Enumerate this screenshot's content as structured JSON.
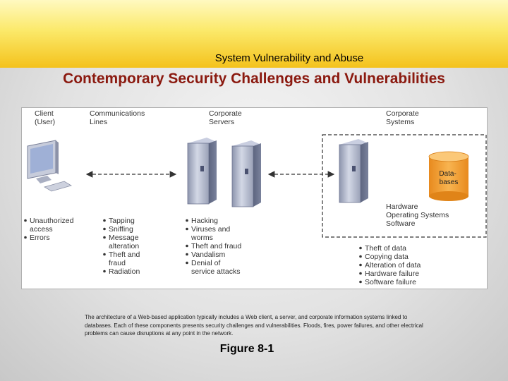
{
  "header": {
    "section_title": "System Vulnerability and Abuse",
    "slide_title": "Contemporary Security Challenges and Vulnerabilities"
  },
  "diagram": {
    "columns": {
      "client": [
        "Client",
        "(User)"
      ],
      "lines": [
        "Communications",
        "Lines"
      ],
      "servers": [
        "Corporate",
        "Servers"
      ],
      "systems": [
        "Corporate",
        "Systems"
      ]
    },
    "database_label": [
      "Data-",
      "bases"
    ],
    "system_components": [
      "Hardware",
      "Operating Systems",
      "Software"
    ],
    "threats": {
      "client": [
        "Unauthorized",
        "access",
        "Errors"
      ],
      "lines": [
        "Tapping",
        "Sniffing",
        "Message",
        "alteration",
        "Theft and",
        "fraud",
        "Radiation"
      ],
      "servers": [
        "Hacking",
        "Viruses and",
        "worms",
        "Theft and fraud",
        "Vandalism",
        "Denial of",
        "service attacks"
      ],
      "systems": [
        "Theft of data",
        "Copying data",
        "Alteration of data",
        "Hardware failure",
        "Software failure"
      ]
    },
    "bullet_flags": {
      "client": [
        true,
        false,
        true
      ],
      "lines": [
        true,
        true,
        true,
        false,
        true,
        false,
        true
      ],
      "servers": [
        true,
        true,
        false,
        true,
        true,
        true,
        false
      ],
      "systems": [
        true,
        true,
        true,
        true,
        true
      ]
    }
  },
  "caption": "The architecture of a Web-based application typically includes a Web client, a server, and corporate information systems linked to databases. Each of these components presents security challenges and vulnerabilities. Floods, fires, power failures, and other electrical problems can cause disruptions at any point in the network.",
  "figure_label": "Figure 8-1"
}
